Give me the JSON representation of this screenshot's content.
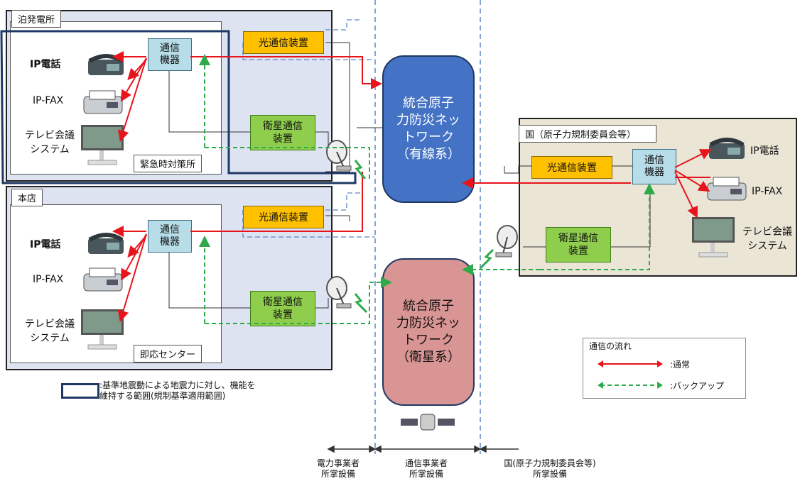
{
  "plant": {
    "title": "泊発電所",
    "office": "緊急時対策所"
  },
  "head_office": {
    "title": "本店",
    "office": "即応センター"
  },
  "government": {
    "title": "国（原子力規制委員会等）"
  },
  "networks": {
    "wired": "統合原子\n力防災ネッ\nトワーク\n（有線系）",
    "satellite": "統合原子\n力防災ネッ\nトワーク\n（衛星系）"
  },
  "labels": {
    "hub": "通信\n機器",
    "optical": "光通信装置",
    "satellite": "衛星通信\n装置",
    "ip_phone": "IP電話",
    "ip_fax": "IP-FAX",
    "video": "テレビ会議\nシステム"
  },
  "notes": {
    "scope": ":基準地震動による地震力に対し、機能を\n 維持する範囲(規制基準適用範囲)"
  },
  "legend": {
    "title": "通信の流れ",
    "normal": ":通常",
    "backup": ":バックアップ"
  },
  "regions": {
    "power": "電力事業者\n所掌設備",
    "telecom": "通信事業者\n所掌設備",
    "government": "国(原子力規制委員会等)\n所掌設備"
  },
  "colors": {
    "normal_flow": "#e8141c",
    "backup_flow": "#2eaa4a",
    "wired_network": "#4472c4",
    "satellite_network": "#d99594",
    "optical_device": "#ffc000",
    "satellite_device": "#8fce4c",
    "comm_hub": "#b7dde8",
    "scope_outline": "#1f3864"
  }
}
